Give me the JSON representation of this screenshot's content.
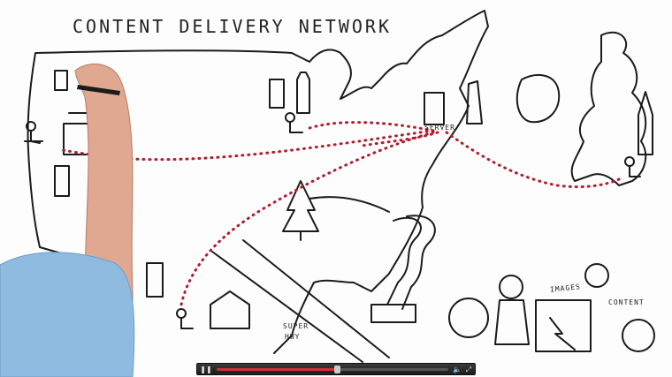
{
  "video": {
    "title": "CONTENT DELIVERY NETWORK",
    "labels": {
      "server": "SERVER",
      "images": "IMAGES",
      "content": "CONTENT",
      "highway_line1": "SUPER",
      "highway_line2": "HWY"
    },
    "accent_color": "#b01e2e"
  },
  "player": {
    "play_icon": "pause-icon",
    "volume_icon": "speaker-icon",
    "fullscreen_icon": "fullscreen-icon",
    "progress": 0.52
  }
}
